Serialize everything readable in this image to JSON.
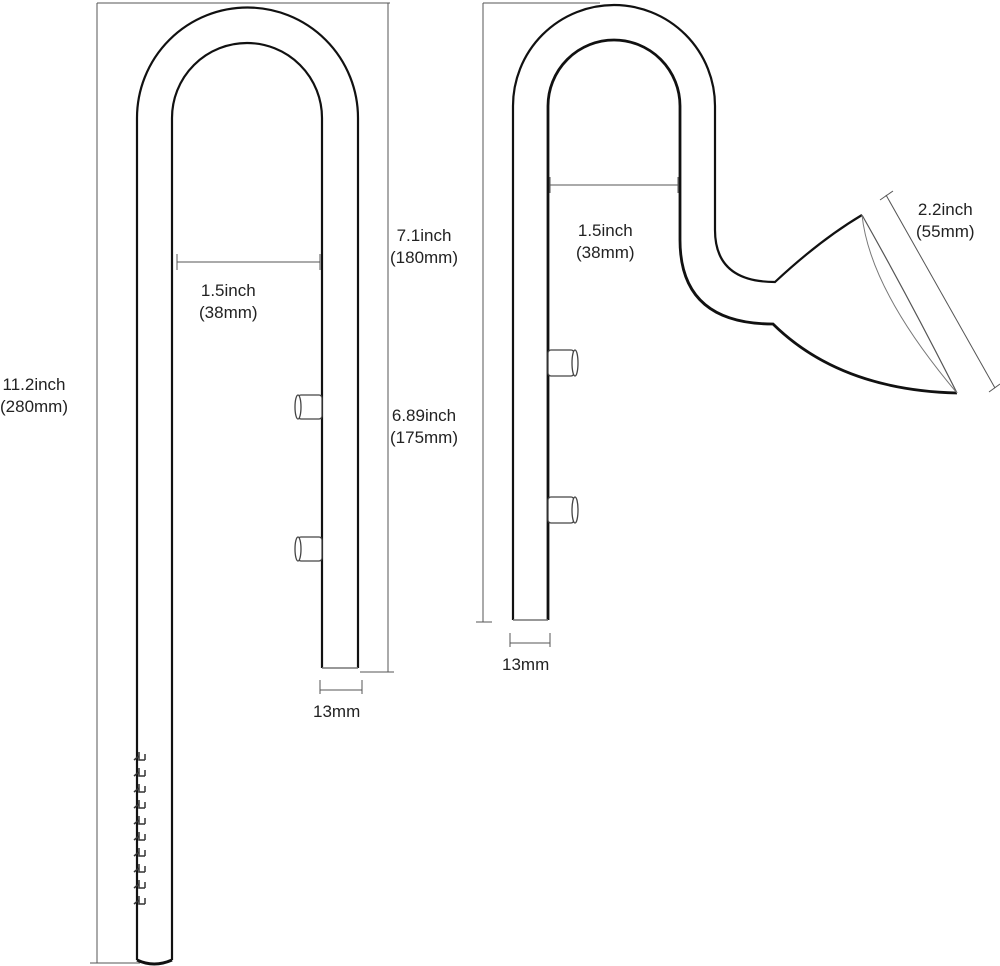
{
  "colors": {
    "line": "#111111",
    "dim": "#555555",
    "text": "#222222"
  },
  "left_pipe": {
    "total_height": {
      "inch": "11.2inch",
      "mm": "(280mm)"
    },
    "leg_height": {
      "inch": "7.1inch",
      "mm": "(180mm)"
    },
    "inner_width": {
      "inch": "1.5inch",
      "mm": "(38mm)"
    },
    "tube_diameter": "13mm"
  },
  "right_pipe": {
    "leg_height": {
      "inch": "6.89inch",
      "mm": "(175mm)"
    },
    "inner_width": {
      "inch": "1.5inch",
      "mm": "(38mm)"
    },
    "tube_diameter": "13mm",
    "cone_diameter": {
      "inch": "2.2inch",
      "mm": "(55mm)"
    }
  }
}
